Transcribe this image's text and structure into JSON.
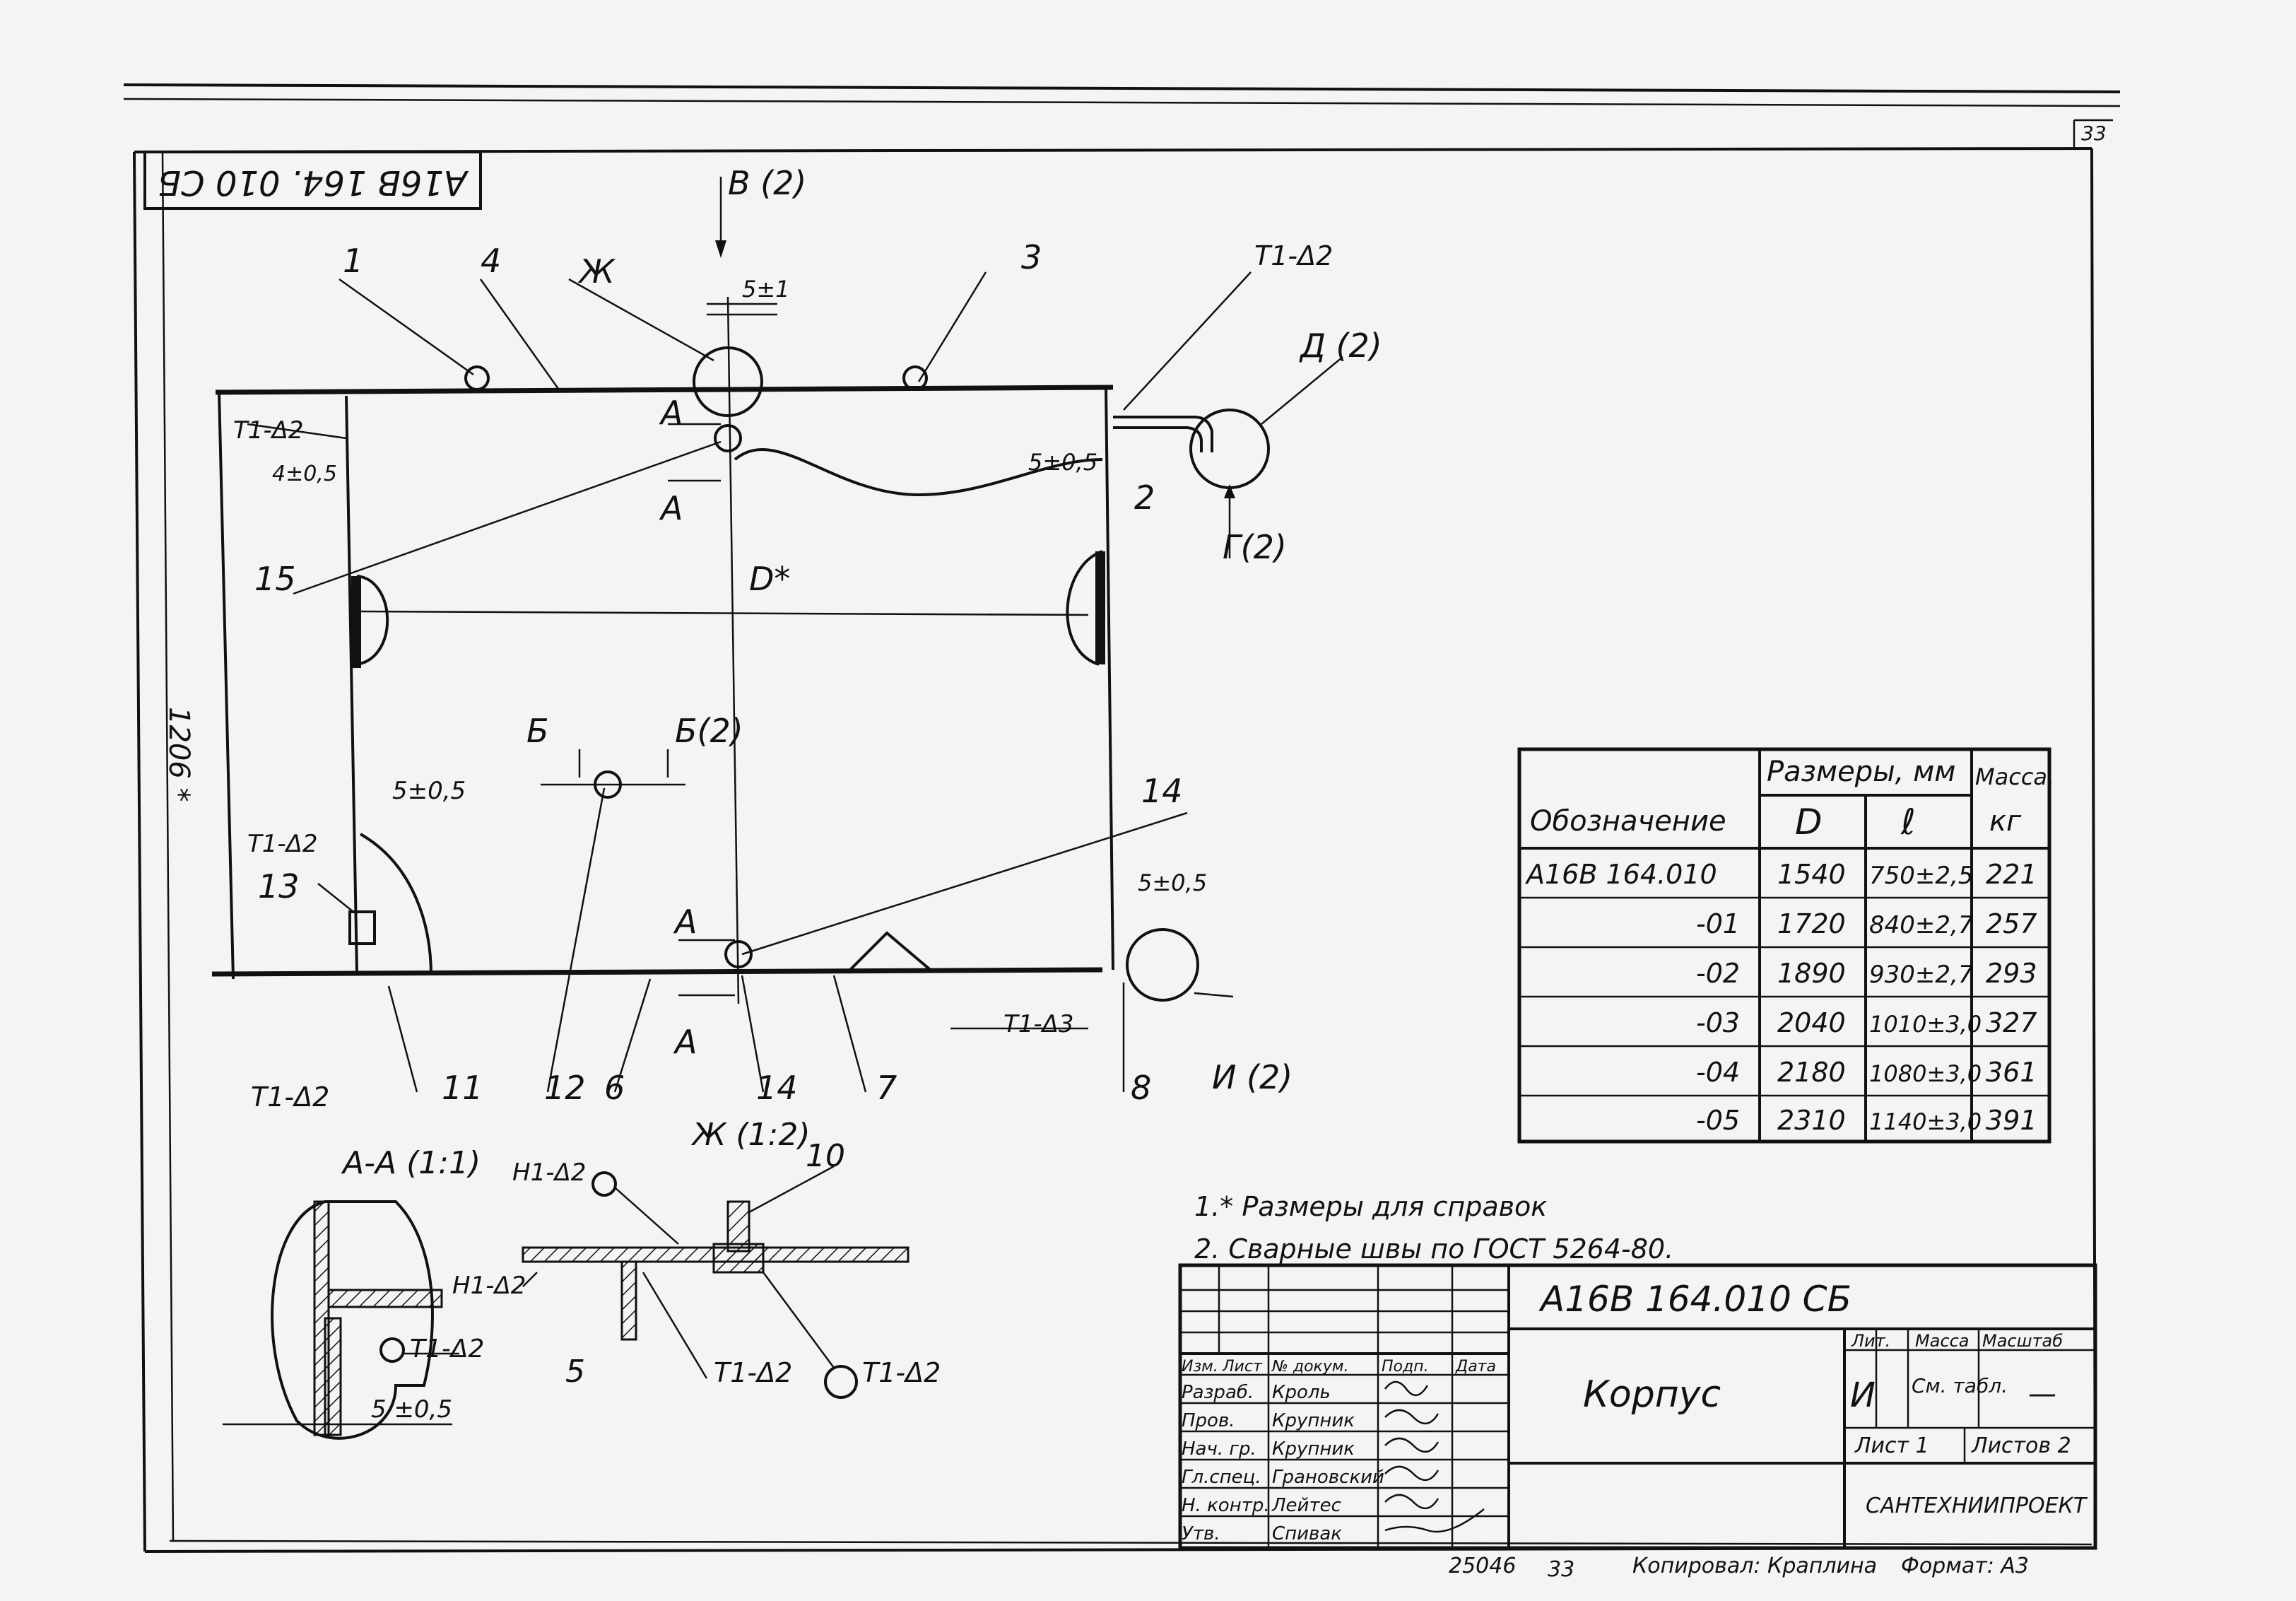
{
  "stamp": {
    "code": "А16В 164. 010 СБ",
    "sheet_corner": "33"
  },
  "views": {
    "view_b": "В (2)",
    "view_d": "Д (2)",
    "view_g": "Г(2)",
    "view_i": "И (2)",
    "section_b_left": "Б",
    "section_b_right": "Б(2)",
    "section_a_top": "А",
    "section_a_top2": "А",
    "section_a_bottom": "А",
    "section_a_bottom2": "А",
    "detail_zh": "Ж",
    "diameter": "D*",
    "height_dim": "1206 *"
  },
  "callouts": {
    "c1": "1",
    "c2": "2",
    "c3": "3",
    "c4": "4",
    "c5": "5",
    "c6": "6",
    "c7": "7",
    "c8": "8",
    "c10": "10",
    "c11": "11",
    "c12": "12",
    "c13": "13",
    "c14a": "14",
    "c14b": "14",
    "c15": "15"
  },
  "welds": {
    "t1_top_right": "Т1-Δ2",
    "t1_top_left": "Т1-Δ2",
    "t1_mid_left": "Т1-Δ2",
    "t1_bottom_left": "Т1-Δ2",
    "t1_bottom_mid": "Т1-Δ3",
    "h1_a": "Н1-Δ2",
    "h1_b": "Н1-Δ2",
    "t1_detail_a": "Т1-Δ2",
    "t1_detail_b": "Т1-Δ2",
    "t1_section": "Т1-Δ2"
  },
  "dims": {
    "d_top": "5±1",
    "d_left_top": "4±0,5",
    "d_right_top": "5±0,5",
    "d_left_mid": "5±0,5",
    "d_right_mid": "5±0,5",
    "d_section": "5 ±0,5"
  },
  "section_labels": {
    "aa": "А-А (1:1)",
    "zh": "Ж (1:2)"
  },
  "notes": {
    "n1": "1.* Размеры для справок",
    "n2": "2. Сварные швы по ГОСТ 5264-80."
  },
  "size_table": {
    "headers": {
      "designation": "Обозначение",
      "sizes": "Размеры, мм",
      "mass": "Масса,",
      "d": "D",
      "l": "ℓ",
      "kg": "кг"
    },
    "rows": [
      {
        "designation": "А16В 164.010",
        "d": "1540",
        "l": "750±2,5",
        "mass": "221"
      },
      {
        "designation": "-01",
        "d": "1720",
        "l": "840±2,7",
        "mass": "257"
      },
      {
        "designation": "-02",
        "d": "1890",
        "l": "930±2,7",
        "mass": "293"
      },
      {
        "designation": "-03",
        "d": "2040",
        "l": "1010±3,0",
        "mass": "327"
      },
      {
        "designation": "-04",
        "d": "2180",
        "l": "1080±3,0",
        "mass": "361"
      },
      {
        "designation": "-05",
        "d": "2310",
        "l": "1140±3,0",
        "mass": "391"
      }
    ]
  },
  "title_block": {
    "code": "А16В 164.010 СБ",
    "name": "Корпус",
    "lit_label": "Лит.",
    "mass_label": "Масса",
    "scale_label": "Масштаб",
    "lit_value": "И",
    "mass_value": "См. табл.",
    "scale_value": "—",
    "sheet": "Лист 1",
    "sheets": "Листов 2",
    "org": "САНТЕХНИИПРОЕКТ",
    "col_headers": [
      "Изм.",
      "Лист",
      "№ докум.",
      "Подп.",
      "Дата"
    ],
    "roles": [
      {
        "role": "Разраб.",
        "name": "Кроль"
      },
      {
        "role": "Пров.",
        "name": "Крупник"
      },
      {
        "role": "Нач. гр.",
        "name": "Крупник"
      },
      {
        "role": "Гл.спец.",
        "name": "Грановский"
      },
      {
        "role": "Н. контр.",
        "name": "Лейтес"
      },
      {
        "role": "Утв.",
        "name": "Спивак"
      }
    ]
  },
  "footer": {
    "inv": "25046",
    "page": "33",
    "copied": "Копировал: Краплина",
    "format": "Формат: А3"
  }
}
